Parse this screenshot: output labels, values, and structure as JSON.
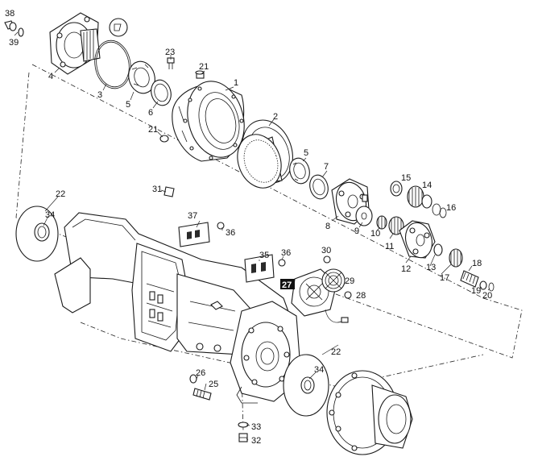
{
  "callouts": [
    {
      "id": "c38",
      "text": "38"
    },
    {
      "id": "c39",
      "text": "39"
    },
    {
      "id": "c4",
      "text": "4"
    },
    {
      "id": "c3",
      "text": "3"
    },
    {
      "id": "c5a",
      "text": "5"
    },
    {
      "id": "c6",
      "text": "6"
    },
    {
      "id": "c23",
      "text": "23"
    },
    {
      "id": "c21a",
      "text": "21"
    },
    {
      "id": "c1",
      "text": "1"
    },
    {
      "id": "c21b",
      "text": "21"
    },
    {
      "id": "c2",
      "text": "2"
    },
    {
      "id": "c5b",
      "text": "5"
    },
    {
      "id": "c7",
      "text": "7"
    },
    {
      "id": "c15",
      "text": "15"
    },
    {
      "id": "c14",
      "text": "14"
    },
    {
      "id": "c16",
      "text": "16"
    },
    {
      "id": "c8",
      "text": "8"
    },
    {
      "id": "c9",
      "text": "9"
    },
    {
      "id": "c10",
      "text": "10"
    },
    {
      "id": "c11",
      "text": "11"
    },
    {
      "id": "c12",
      "text": "12"
    },
    {
      "id": "c13",
      "text": "13"
    },
    {
      "id": "c17",
      "text": "17"
    },
    {
      "id": "c18",
      "text": "18"
    },
    {
      "id": "c19",
      "text": "19"
    },
    {
      "id": "c20",
      "text": "20"
    },
    {
      "id": "c22a",
      "text": "22"
    },
    {
      "id": "c34a",
      "text": "34"
    },
    {
      "id": "c31",
      "text": "31"
    },
    {
      "id": "c37",
      "text": "37"
    },
    {
      "id": "c36a",
      "text": "36"
    },
    {
      "id": "c35",
      "text": "35"
    },
    {
      "id": "c36b",
      "text": "36"
    },
    {
      "id": "c30",
      "text": "30"
    },
    {
      "id": "c27",
      "text": "27",
      "highlight": true
    },
    {
      "id": "c29",
      "text": "29"
    },
    {
      "id": "c28",
      "text": "28"
    },
    {
      "id": "c22b",
      "text": "22"
    },
    {
      "id": "c34b",
      "text": "34"
    },
    {
      "id": "c26",
      "text": "26"
    },
    {
      "id": "c25",
      "text": "25"
    },
    {
      "id": "c33",
      "text": "33"
    },
    {
      "id": "c32",
      "text": "32"
    }
  ],
  "colors": {
    "line": "#1a1a1a",
    "highlight_bg": "#111111",
    "highlight_text": "#ffffff",
    "background": "#ffffff"
  }
}
